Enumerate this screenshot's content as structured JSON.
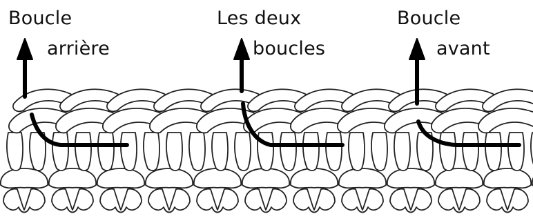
{
  "labels": {
    "back_loop_line1": "Boucle",
    "back_loop_line2": "arrière",
    "both_loops_line1": "Les deux",
    "both_loops_line2": "boucles",
    "front_loop_line1": "Boucle",
    "front_loop_line2": "avant"
  },
  "colors": {
    "ink": "#111111",
    "arrow": "#000000",
    "background": "#ffffff"
  }
}
